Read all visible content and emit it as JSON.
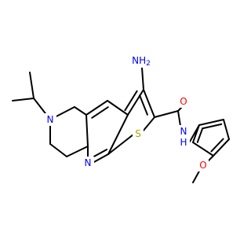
{
  "atom_labels": {
    "amine": "NH",
    "amine_subscript": "2",
    "amide_oxygen": "O",
    "amide_nh": "N",
    "amide_h": "H",
    "ring_n_sat": "N",
    "pyridine_n": "N",
    "thiophene_s": "S",
    "ether_o": "O"
  },
  "colors": {
    "bond": "#000000",
    "nitrogen": "#0000ff",
    "oxygen": "#ff0000",
    "sulfur": "#b2a100"
  }
}
